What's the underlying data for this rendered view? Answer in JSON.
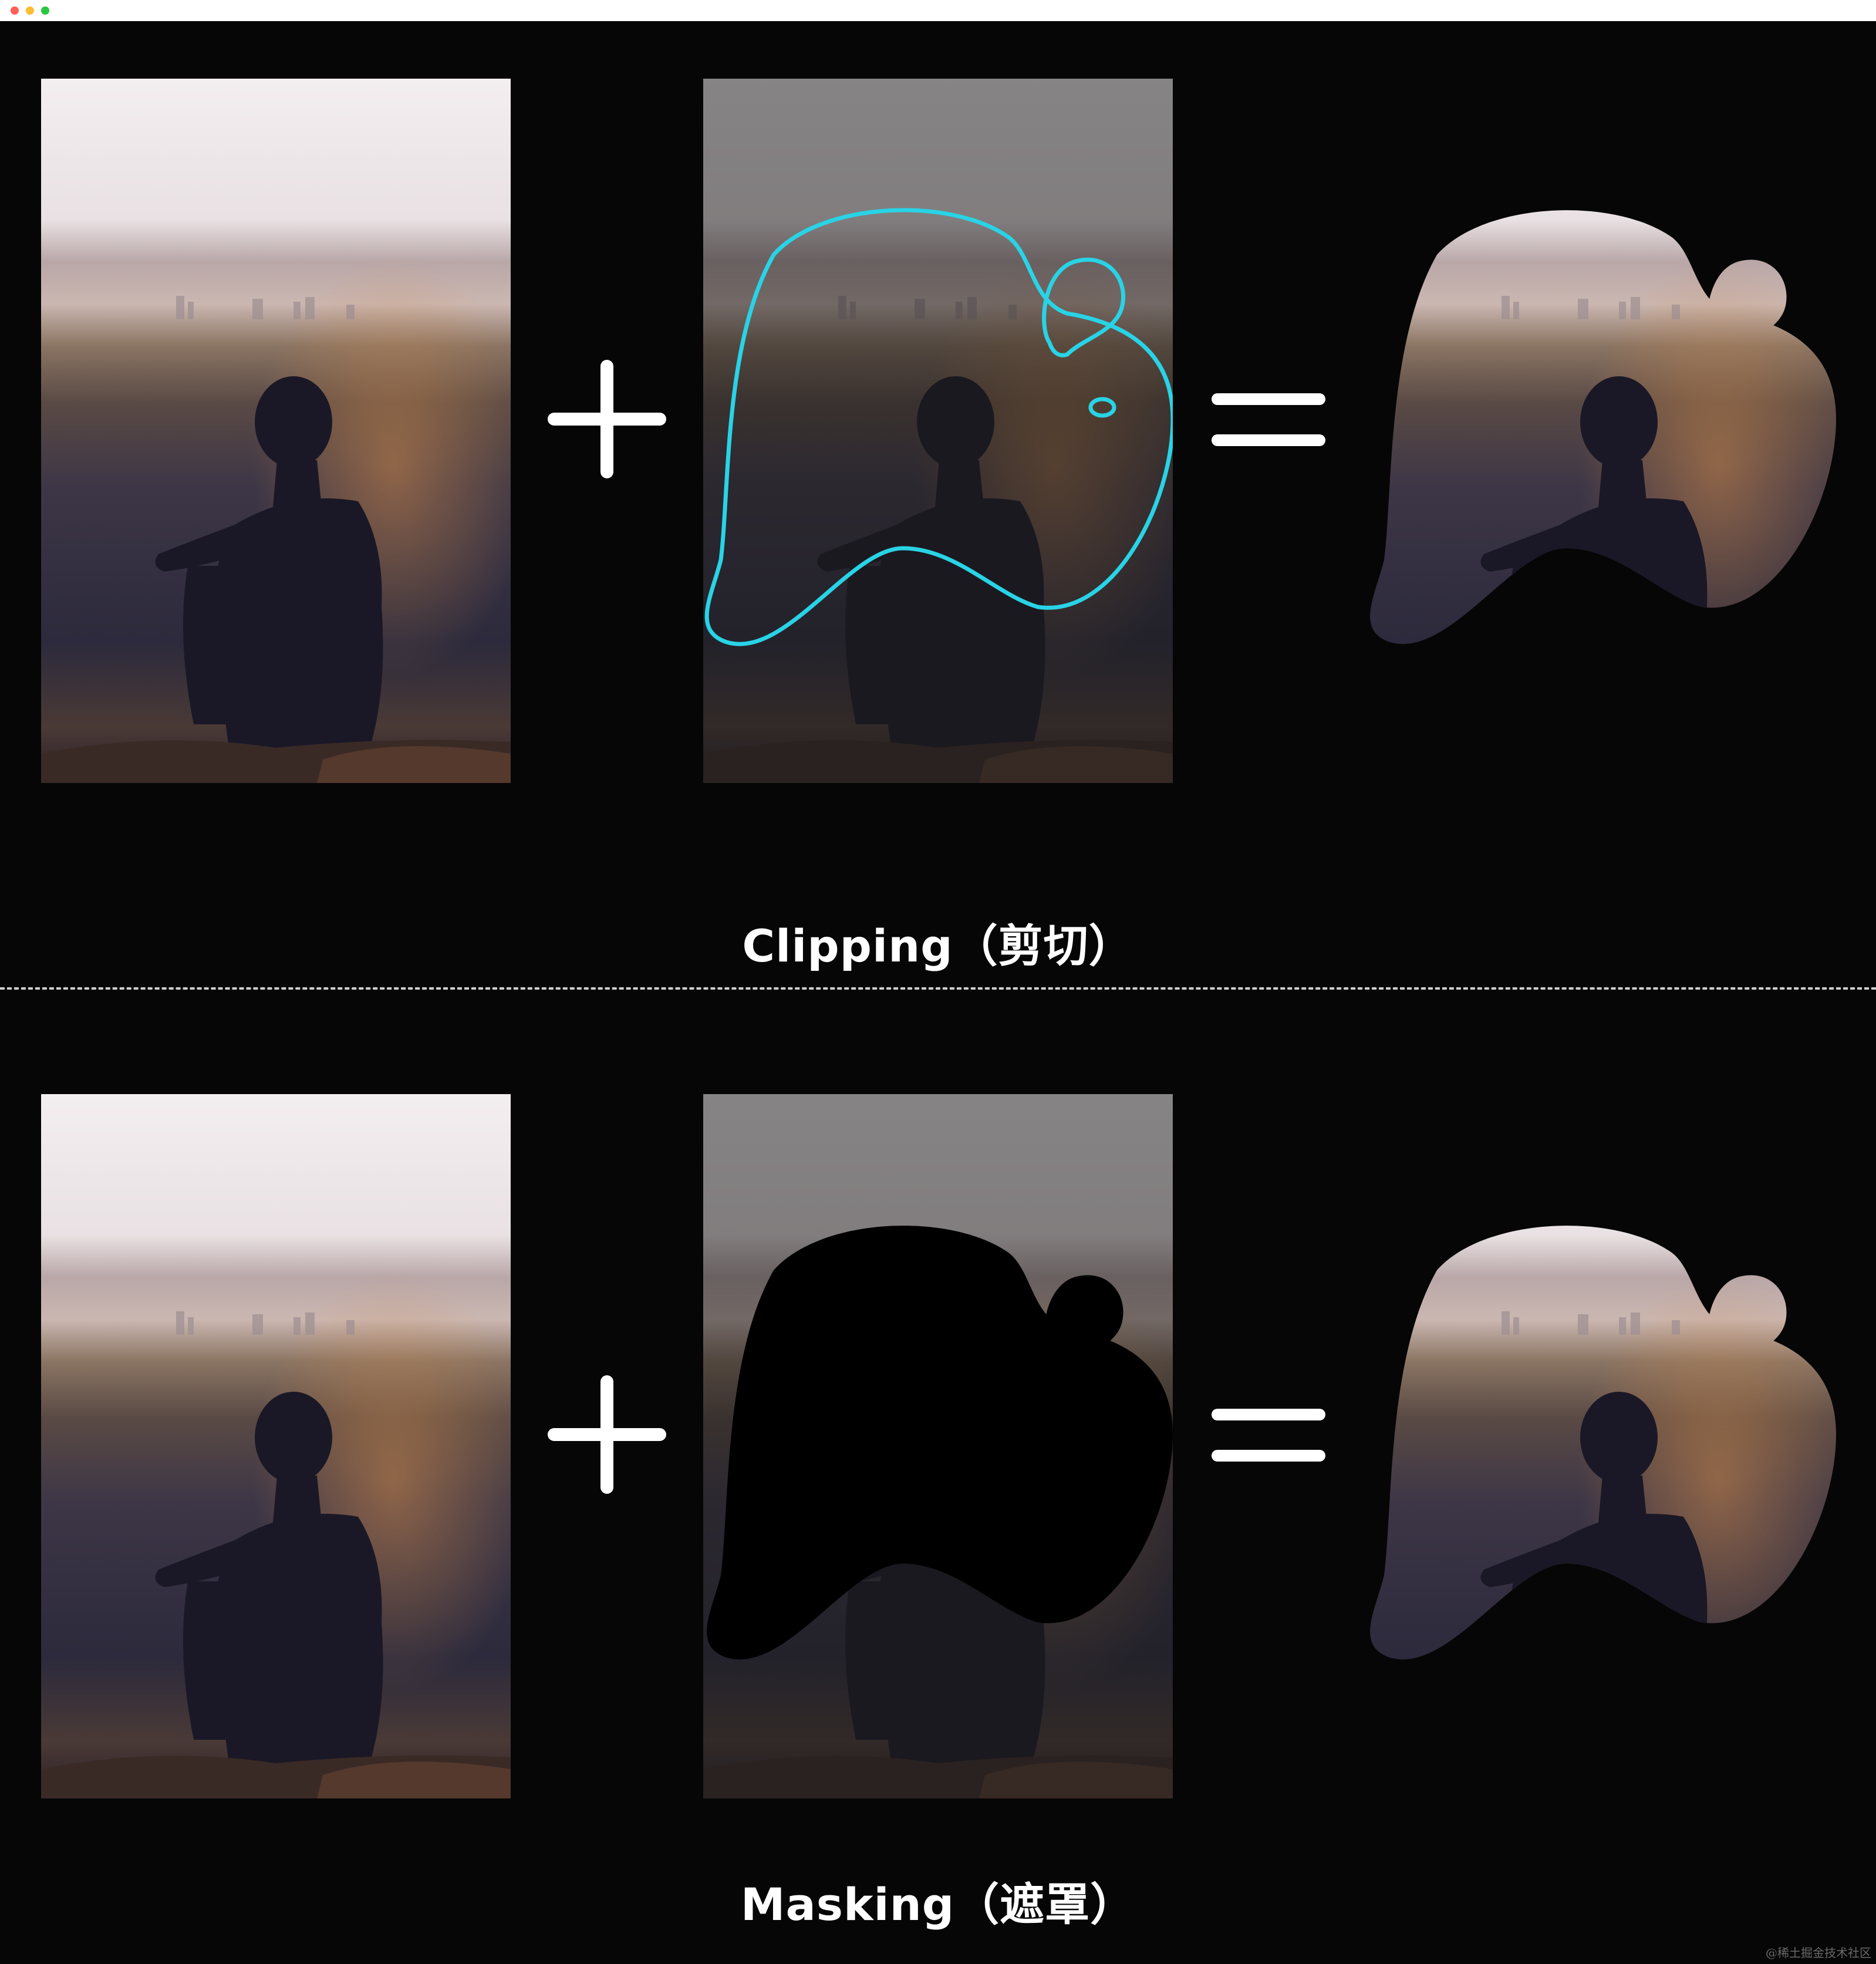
{
  "window": {
    "controls": [
      "close",
      "minimize",
      "zoom"
    ]
  },
  "sections": [
    {
      "id": "clipping",
      "caption": "Clipping（剪切）",
      "operators": [
        "+",
        "="
      ],
      "mask_style": "outline",
      "outline_color": "#29d3e6"
    },
    {
      "id": "masking",
      "caption": "Masking（遮罩）",
      "operators": [
        "+",
        "="
      ],
      "mask_style": "filled",
      "fill_color": "#000000"
    }
  ],
  "colors": {
    "background": "#060606",
    "divider": "#cfcfcf",
    "sky": "#eee8ea",
    "ground": "#2b2a3a"
  },
  "watermark": "@稀土掘金技术社区"
}
